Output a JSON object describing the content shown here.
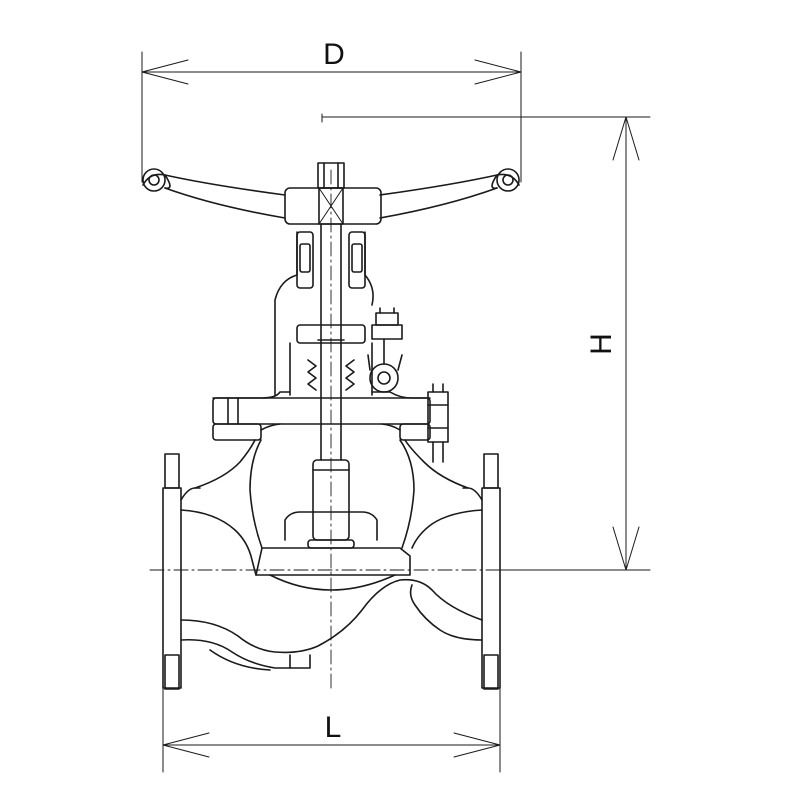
{
  "drawing": {
    "dimensions": {
      "width_label": "D",
      "height_label": "H",
      "length_label": "L"
    },
    "colors": {
      "line": "#1a1a1a",
      "background": "#ffffff"
    }
  }
}
